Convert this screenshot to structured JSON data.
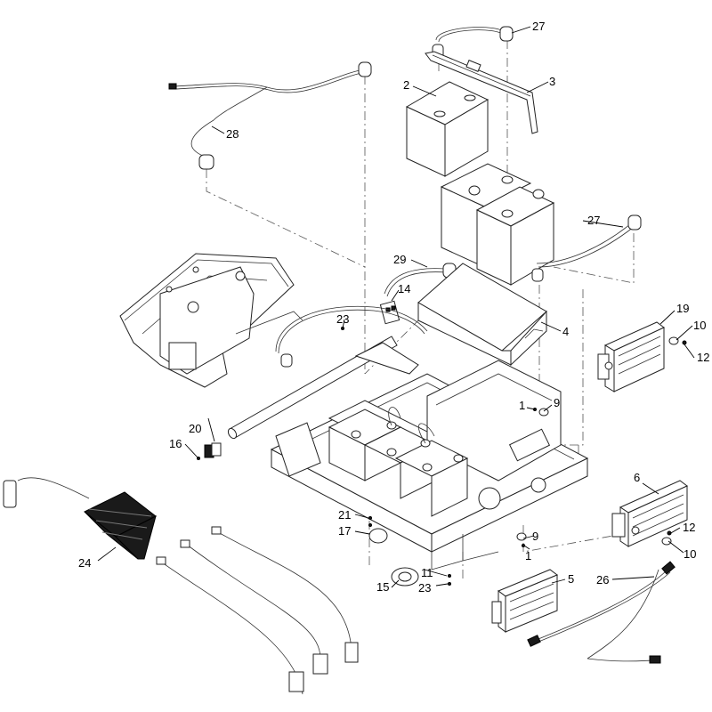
{
  "callouts": [
    {
      "id": "c1a",
      "label": "1"
    },
    {
      "id": "c1b",
      "label": "1"
    },
    {
      "id": "c2",
      "label": "2"
    },
    {
      "id": "c3",
      "label": "3"
    },
    {
      "id": "c4",
      "label": "4"
    },
    {
      "id": "c5",
      "label": "5"
    },
    {
      "id": "c6",
      "label": "6"
    },
    {
      "id": "c9a",
      "label": "9"
    },
    {
      "id": "c9b",
      "label": "9"
    },
    {
      "id": "c10a",
      "label": "10"
    },
    {
      "id": "c10b",
      "label": "10"
    },
    {
      "id": "c11",
      "label": "11"
    },
    {
      "id": "c12a",
      "label": "12"
    },
    {
      "id": "c12b",
      "label": "12"
    },
    {
      "id": "c14",
      "label": "14"
    },
    {
      "id": "c15",
      "label": "15"
    },
    {
      "id": "c16",
      "label": "16"
    },
    {
      "id": "c17",
      "label": "17"
    },
    {
      "id": "c19",
      "label": "19"
    },
    {
      "id": "c20",
      "label": "20"
    },
    {
      "id": "c21",
      "label": "21"
    },
    {
      "id": "c23a",
      "label": "23"
    },
    {
      "id": "c23b",
      "label": "23"
    },
    {
      "id": "c24",
      "label": "24"
    },
    {
      "id": "c26",
      "label": "26"
    },
    {
      "id": "c27a",
      "label": "27"
    },
    {
      "id": "c27b",
      "label": "27"
    },
    {
      "id": "c28",
      "label": "28"
    },
    {
      "id": "c29",
      "label": "29"
    }
  ]
}
